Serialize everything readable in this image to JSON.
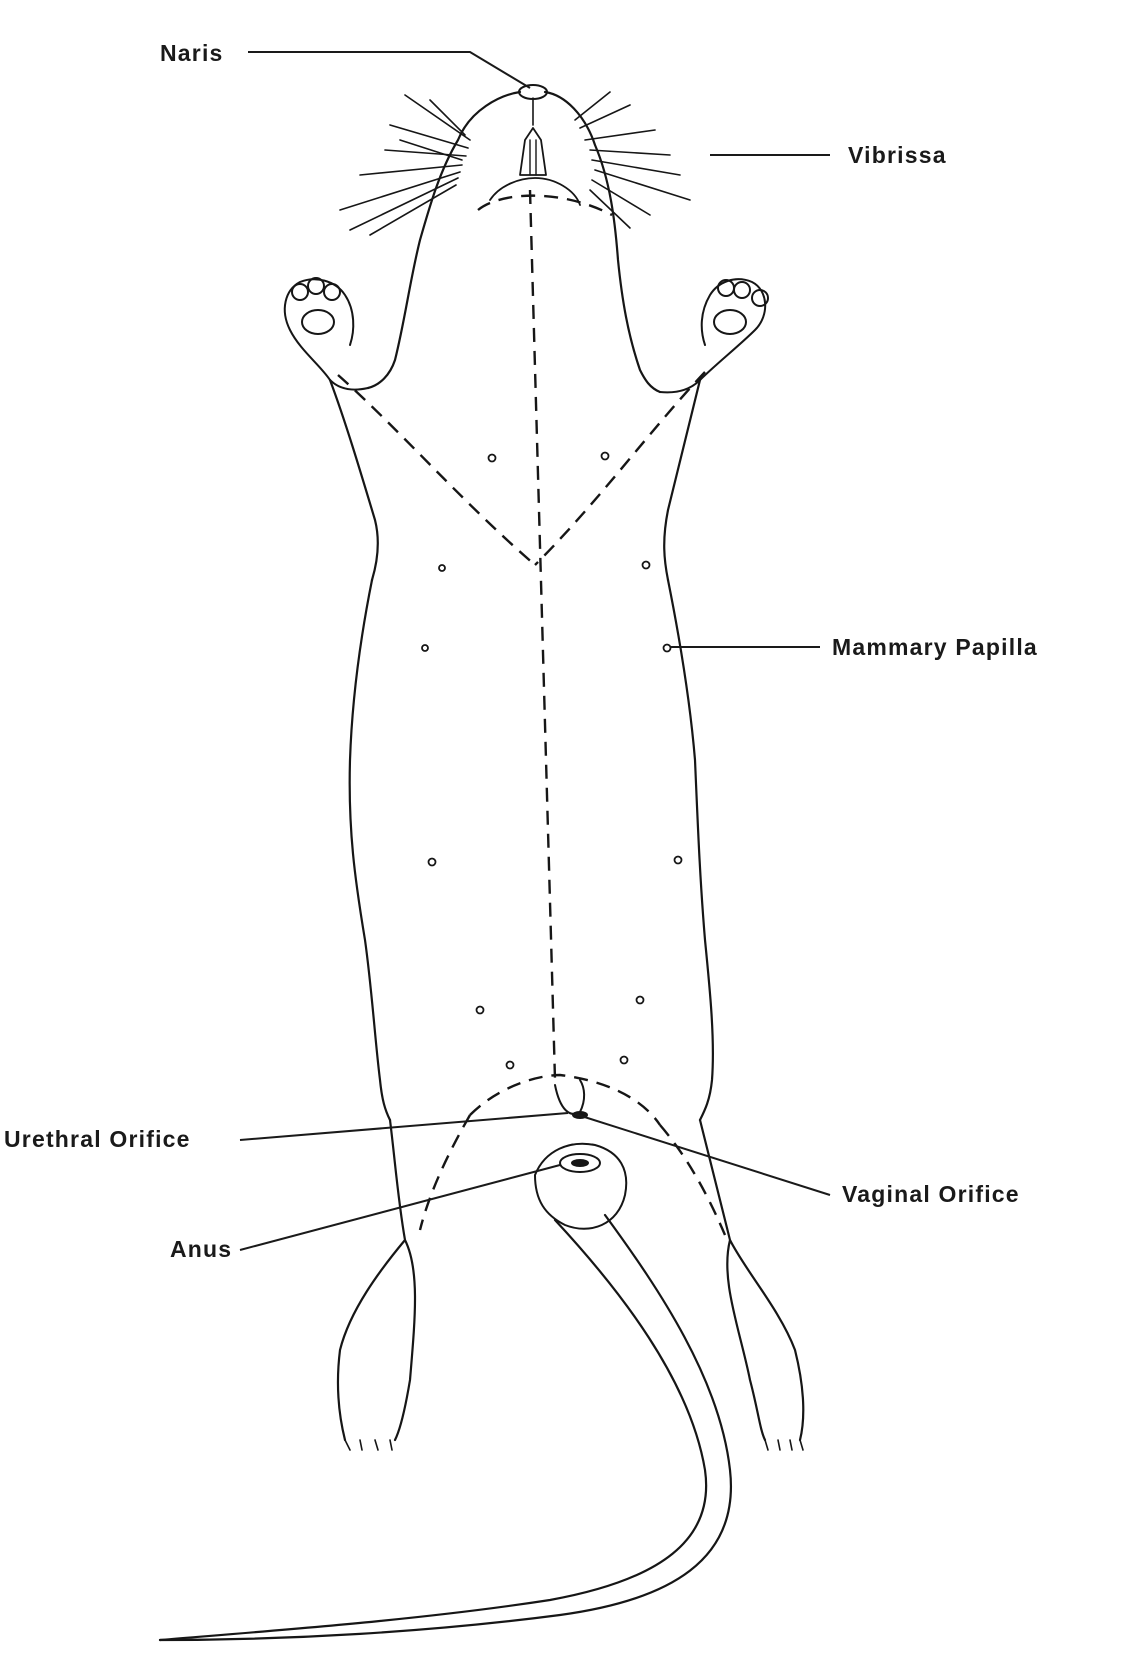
{
  "figure": {
    "subject": "Ventral view of female rat",
    "labels": [
      {
        "id": "naris",
        "text": "Naris"
      },
      {
        "id": "vibrissa",
        "text": "Vibrissa"
      },
      {
        "id": "mammary-papilla",
        "text": "Mammary Papilla"
      },
      {
        "id": "urethral-orifice",
        "text": "Urethral Orifice"
      },
      {
        "id": "vaginal-orifice",
        "text": "Vaginal Orifice"
      },
      {
        "id": "anus",
        "text": "Anus"
      }
    ]
  },
  "colors": {
    "background": "#ffffff",
    "ink": "#161616"
  }
}
